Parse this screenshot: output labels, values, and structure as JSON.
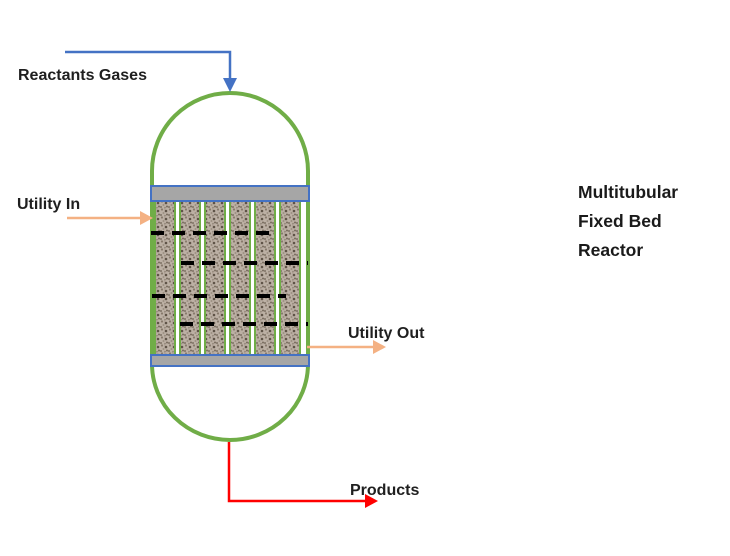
{
  "title": {
    "lines": [
      "Multitubular",
      "Fixed Bed",
      "Reactor"
    ]
  },
  "stream_labels": {
    "reactants": "Reactants Gases",
    "utility_in": "Utility In",
    "utility_out": "Utility Out",
    "products": "Products"
  },
  "colors": {
    "vessel_outline_green": "#70AD47",
    "reactant_arrow_blue": "#4472C4",
    "utility_arrow_orange": "#F4B183",
    "product_arrow_red": "#FF0000",
    "tubesheet_gray": "#A6A6A6",
    "tubesheet_border_blue": "#4472C4",
    "catalyst_tan": "#BCB0A4",
    "baffle_black": "#000000",
    "label_text": "#1f1f1f"
  },
  "equipment": {
    "tube_count": 6,
    "baffle_count": 4,
    "tubesheet_count": 2
  }
}
